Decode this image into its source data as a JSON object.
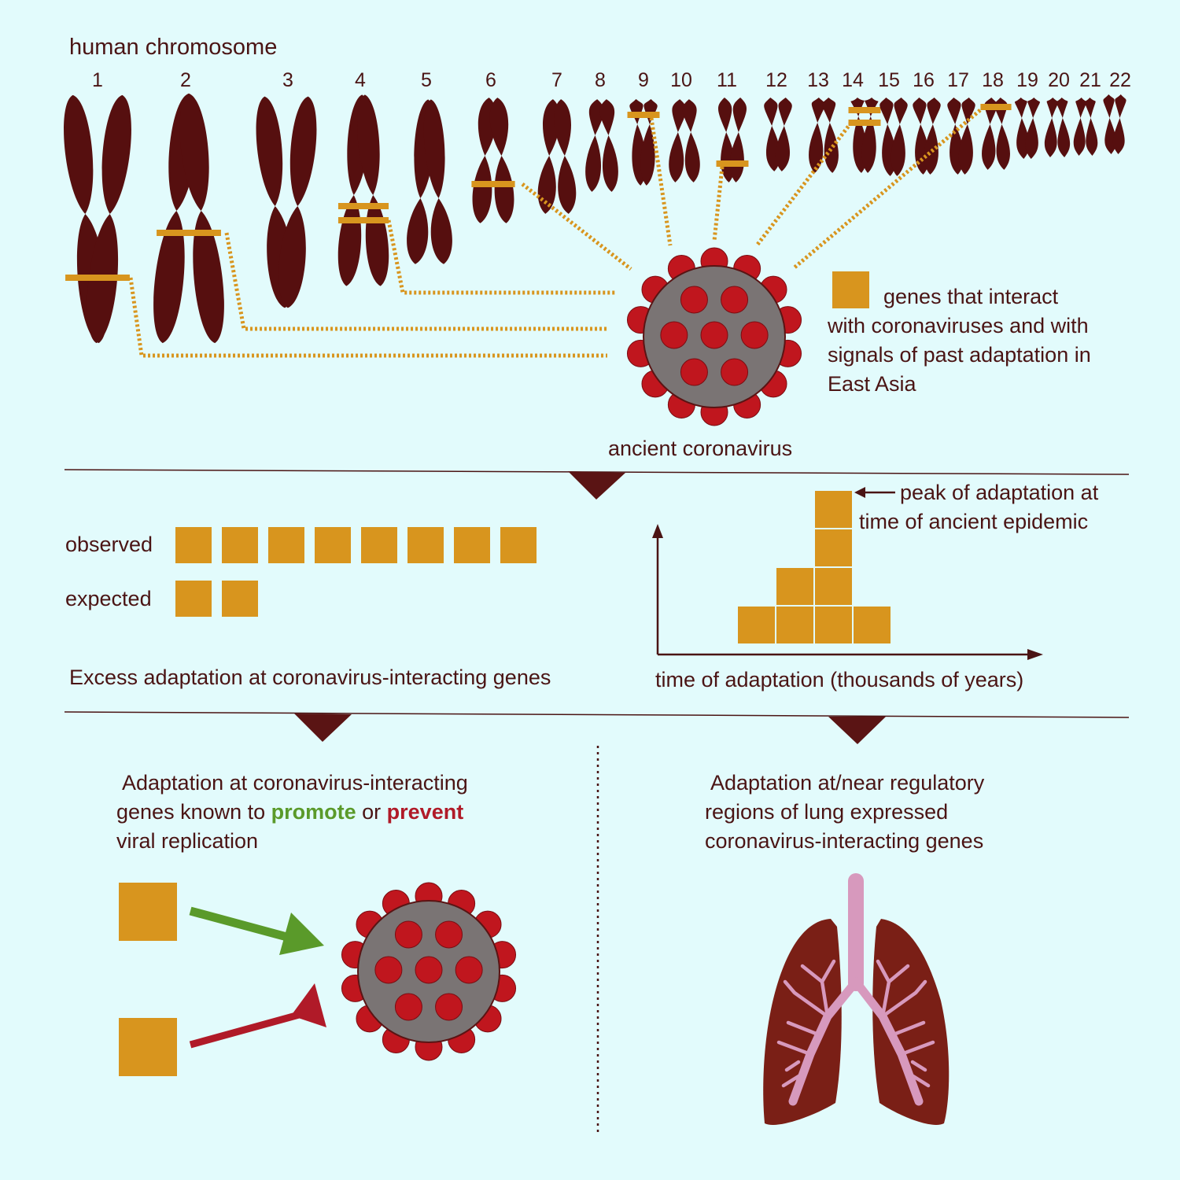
{
  "chromosome_title": "human chromosome",
  "chromosome_numbers": [
    "1",
    "2",
    "3",
    "4",
    "5",
    "6",
    "7",
    "8",
    "9",
    "10",
    "11",
    "12",
    "13",
    "14",
    "15",
    "16",
    "17",
    "18",
    "19",
    "20",
    "21",
    "22"
  ],
  "legend": {
    "lines": [
      "genes that interact",
      "with coronaviruses and with",
      "signals of past adaptation in",
      "East Asia"
    ]
  },
  "virus_label": "ancient coronavirus",
  "excess": {
    "observed_label": "observed",
    "expected_label": "expected",
    "observed_count": 8,
    "expected_count": 2,
    "caption": "Excess adaptation at coronavirus-interacting genes"
  },
  "time_chart": {
    "column_heights": [
      1,
      2,
      4,
      1
    ],
    "peak_label_lines": [
      "peak of adaptation at",
      "time of ancient epidemic"
    ],
    "x_axis_label": "time of adaptation (thousands of years)"
  },
  "replication": {
    "line1": "Adaptation at coronavirus-interacting",
    "line2_prefix": "genes known to ",
    "promote": "promote",
    "or": " or ",
    "prevent": "prevent",
    "line3": "viral replication"
  },
  "lung": {
    "lines": [
      "Adaptation at/near regulatory",
      "regions of lung expressed",
      "coronavirus-interacting genes"
    ]
  },
  "colors": {
    "background": "#e2fbfc",
    "chromosome": "#560f0f",
    "gene": "#d8951e",
    "virus_body": "#7a7474",
    "spike": "#c0161e",
    "promote": "#5a9a2a",
    "prevent": "#b01a28",
    "lung": "#7a1f16",
    "airway": "#d799bd"
  }
}
